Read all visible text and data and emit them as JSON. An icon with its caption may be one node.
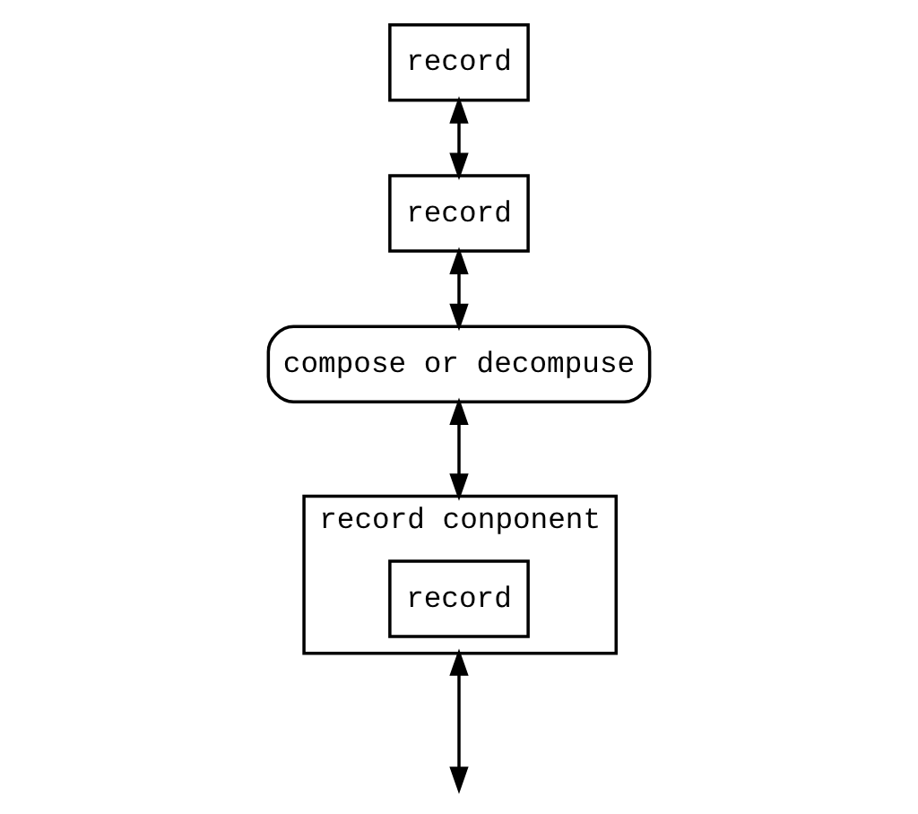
{
  "diagram": {
    "nodes": [
      {
        "text": [
          "record"
        ]
      },
      {
        "text": [
          "record"
        ]
      },
      {
        "text": [
          "compose or decompuse"
        ]
      },
      {
        "text": [
          "record conponent"
        ]
      },
      {
        "text": [
          "record"
        ],
        "in": 3
      }
    ],
    "edges": [
      {
        "from": 0,
        "to": 1,
        "arrow": "both"
      },
      {
        "from": 1,
        "to": 2,
        "arrow": "both"
      },
      {
        "from": 2,
        "to": 3,
        "arrow": "both"
      },
      {
        "from": 3,
        "to": null,
        "arrow": "both"
      }
    ]
  }
}
